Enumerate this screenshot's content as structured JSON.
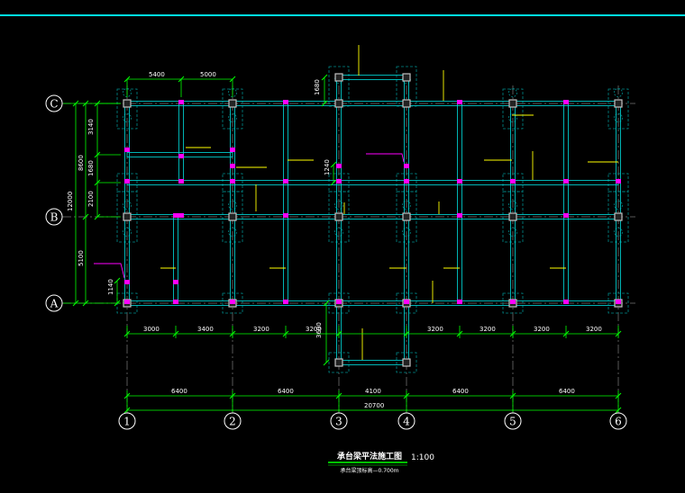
{
  "colors": {
    "background": "#000000",
    "topline": "#00e5ee",
    "beam": "#00c8c8",
    "beam_inner": "#00ffff",
    "column": "#c0c0c0",
    "pilecap": "#008b8b",
    "dimension": "#00ff00",
    "marker": "#ff00ff",
    "leader": "#ffff00",
    "text": "#ffffff",
    "axis_dash": "#b0b0b0"
  },
  "axes": {
    "rows": [
      "C",
      "B",
      "A"
    ],
    "cols": [
      "1",
      "2",
      "3",
      "4",
      "5",
      "6"
    ]
  },
  "dimensions": {
    "top": [
      "5400",
      "5000"
    ],
    "left": [
      "3140",
      "8600",
      "1680",
      "12000",
      "2100",
      "5100",
      "1140"
    ],
    "inner": [
      "1680",
      "1240",
      "3600"
    ],
    "bottom_detail": [
      "3000",
      "3400",
      "3200",
      "3200",
      "3200",
      "3200",
      "3200",
      "3200"
    ],
    "bottom_span": [
      "6400",
      "6400",
      "4100",
      "6400",
      "6400"
    ],
    "bottom_total": "20700"
  },
  "title": {
    "main": "承台梁平法施工图",
    "scale": "1:100",
    "sub": "承台梁顶标高—0.700m"
  }
}
